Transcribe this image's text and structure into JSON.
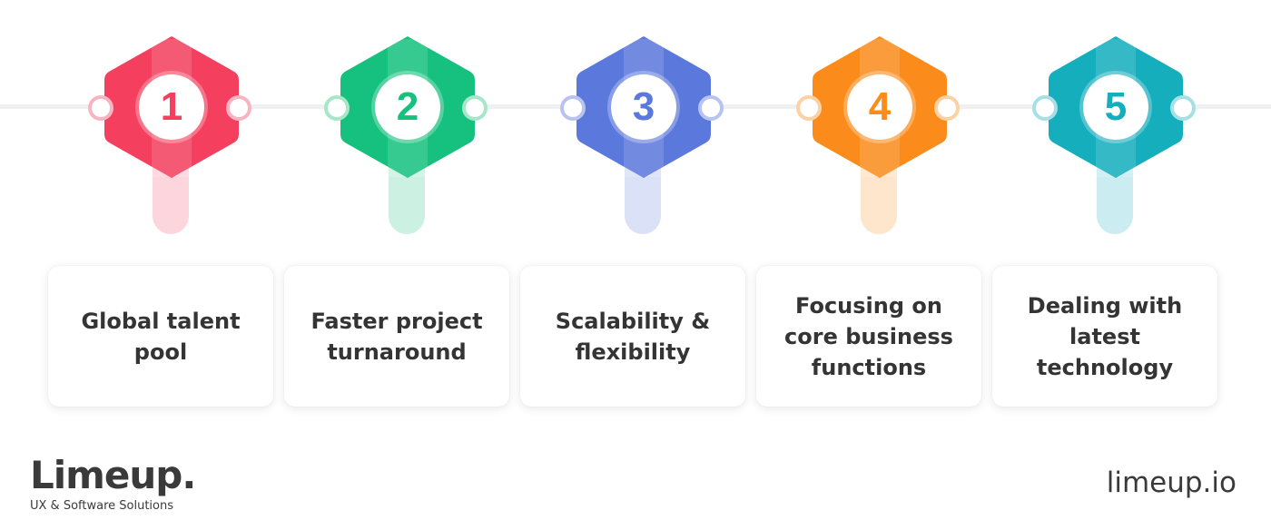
{
  "steps": [
    {
      "number": "1",
      "label": "Global talent pool",
      "color": "#f43f5e",
      "ring": "#f8b4c0",
      "stem": "#f43f5e"
    },
    {
      "number": "2",
      "label": "Faster project turnaround",
      "color": "#16c07e",
      "ring": "#a6e6c9",
      "stem": "#16c07e"
    },
    {
      "number": "3",
      "label": "Scalability & flexibility",
      "color": "#5b78dc",
      "ring": "#b8c4ef",
      "stem": "#5b78dc"
    },
    {
      "number": "4",
      "label": "Focusing on core business functions",
      "color": "#fb8c1c",
      "ring": "#fcd1a4",
      "stem": "#fb8c1c"
    },
    {
      "number": "5",
      "label": "Dealing with latest technology",
      "color": "#14aebd",
      "ring": "#a6e0e6",
      "stem": "#14aebd"
    }
  ],
  "brand": {
    "name": "Limeup.",
    "tagline": "UX & Software Solutions"
  },
  "website": "limeup.io"
}
